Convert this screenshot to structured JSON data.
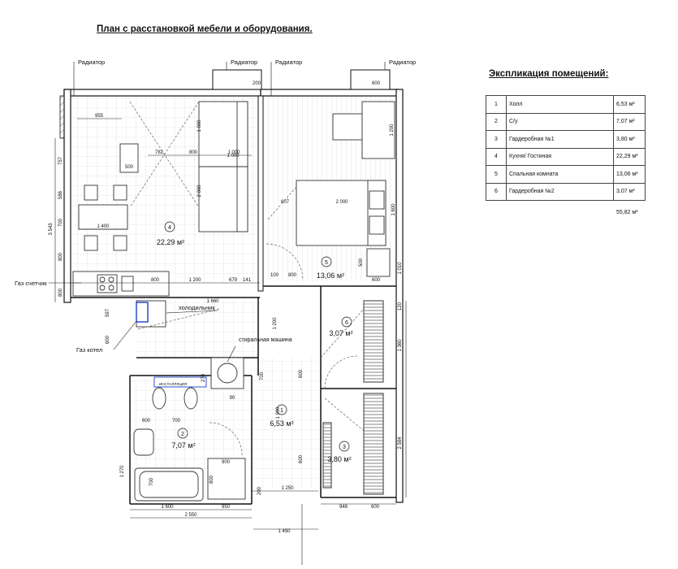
{
  "title": "План с расстановкой мебели и оборудования.",
  "explication": {
    "title": "Экспликация помещений:",
    "rows": [
      {
        "num": "1",
        "name": "Холл",
        "area": "6,53 м²"
      },
      {
        "num": "2",
        "name": "С/у",
        "area": "7,07 м²"
      },
      {
        "num": "3",
        "name": "Гардеробная №1",
        "area": "3,80 м²"
      },
      {
        "num": "4",
        "name": "Кухня/ Гостиная",
        "area": "22,29 м²"
      },
      {
        "num": "5",
        "name": "Спальная комната",
        "area": "13,06 м²"
      },
      {
        "num": "6",
        "name": "Гардеробная №2",
        "area": "3,07 м²"
      }
    ],
    "total": "55,82 м²"
  },
  "plan": {
    "rooms": [
      {
        "num": "4",
        "area": "22,29 м²"
      },
      {
        "num": "5",
        "area": "13,06 м²"
      },
      {
        "num": "6",
        "area": "3,07 м²"
      },
      {
        "num": "1",
        "area": "6,53 м²"
      },
      {
        "num": "2",
        "area": "7,07 м²"
      },
      {
        "num": "3",
        "area": "3,80 м²"
      }
    ],
    "callouts": {
      "radiator": "Радиатор",
      "gas_meter": "Газ счетчик",
      "gas_boiler": "Газ котел",
      "fridge": "холодильник",
      "washer": "стиральная машина",
      "install": "ИНСТАЛЛЯЦИЯ"
    },
    "dims": {
      "top_left": "955",
      "d782": "782",
      "d800a": "800",
      "d1000": "1 000",
      "d1000v": "1 000",
      "d2000v": "2 000",
      "d500": "500",
      "d1400": "1 400",
      "d607": "607",
      "d2000h": "2 000",
      "d200": "200",
      "d600": "600",
      "d1200v": "1 200",
      "d1600v": "1 600",
      "d1010": "1 010",
      "d500r": "500",
      "d600r": "600",
      "d100": "100",
      "d800b": "800",
      "d800c": "800",
      "d1200h": "1 200",
      "d679": "679",
      "d141": "141",
      "left_3543": "3 543",
      "left_757": "757",
      "left_586": "586",
      "left_700": "700",
      "left_800": "800",
      "left_800b": "800",
      "left_597": "597",
      "left_600": "600",
      "d1660": "1 660",
      "d1200c": "1 200",
      "d600c": "600",
      "d700c": "700",
      "d120": "120",
      "d1360": "1 360",
      "d2584": "2 584",
      "d600w": "600",
      "d700w": "700",
      "d700bath": "700",
      "d900": "900",
      "d800d": "800",
      "d1600b": "1 600",
      "d950": "950",
      "d2550": "2 550",
      "d1250": "1 250",
      "d1450": "1 450",
      "d948": "948",
      "d600g": "600",
      "d1270": "1 270",
      "d1900": "1 900",
      "d1000h": "1 000",
      "d200b": "200",
      "d600e": "600",
      "d90": "90",
      "d270": "270"
    }
  }
}
